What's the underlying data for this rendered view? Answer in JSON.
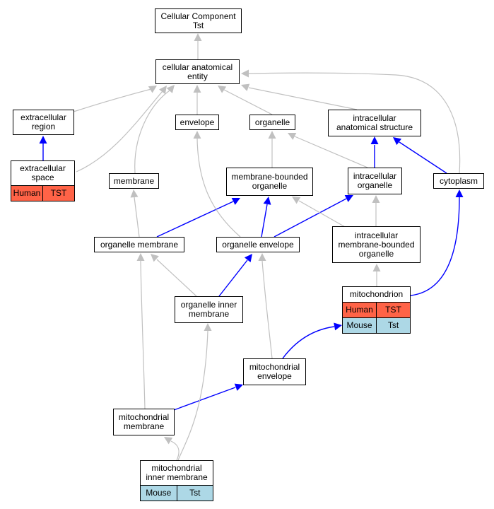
{
  "nodes": {
    "cc_tst": {
      "label": "Cellular Component\nTst"
    },
    "cae": {
      "label": "cellular anatomical\nentity"
    },
    "ext_region": {
      "label": "extracellular\nregion"
    },
    "envelope": {
      "label": "envelope"
    },
    "organelle": {
      "label": "organelle"
    },
    "ias": {
      "label": "intracellular\nanatomical structure"
    },
    "ext_space": {
      "label": "extracellular\nspace",
      "bands": [
        {
          "org": "Human",
          "gene": "TST"
        }
      ]
    },
    "membrane": {
      "label": "membrane"
    },
    "mbo": {
      "label": "membrane-bounded\norganelle"
    },
    "ico": {
      "label": "intracellular\norganelle"
    },
    "cytoplasm": {
      "label": "cytoplasm"
    },
    "org_membrane": {
      "label": "organelle membrane"
    },
    "org_envelope": {
      "label": "organelle envelope"
    },
    "imbo": {
      "label": "intracellular\nmembrane-bounded\norganelle"
    },
    "oim": {
      "label": "organelle inner\nmembrane"
    },
    "mito": {
      "label": "mitochondrion",
      "bands": [
        {
          "org": "Human",
          "gene": "TST"
        },
        {
          "org": "Mouse",
          "gene": "Tst"
        }
      ]
    },
    "mito_env": {
      "label": "mitochondrial\nenvelope"
    },
    "mito_mem": {
      "label": "mitochondrial\nmembrane"
    },
    "mito_im": {
      "label": "mitochondrial\ninner membrane",
      "bands": [
        {
          "org": "Mouse",
          "gene": "Tst"
        }
      ]
    }
  },
  "colors": {
    "is_a_edge": "#c0c0c0",
    "part_of_edge": "#0000ff",
    "human_band": "#ff6347",
    "mouse_band": "#add8e6"
  }
}
